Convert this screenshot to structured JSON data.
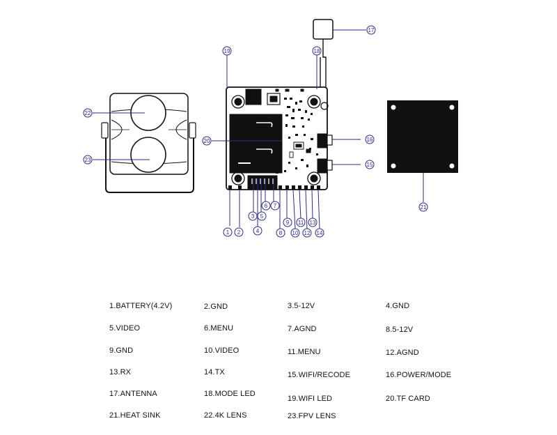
{
  "callouts": {
    "c1": "1",
    "c2": "2",
    "c3": "3",
    "c4": "4",
    "c5": "5",
    "c6": "6",
    "c7": "7",
    "c8": "8",
    "c9": "9",
    "c10": "10",
    "c11": "11",
    "c12": "12",
    "c13": "13",
    "c14": "14",
    "c15": "15",
    "c16": "16",
    "c17": "17",
    "c18": "18",
    "c19": "19",
    "c20": "20",
    "c21": "21",
    "c22": "22",
    "c23": "23"
  },
  "legend": {
    "l1": "1.BATTERY(4.2V)",
    "l2": "2.GND",
    "l3": "3.5-12V",
    "l4": "4.GND",
    "l5": "5.VIDEO",
    "l6": "6.MENU",
    "l7": "7.AGND",
    "l8": "8.5-12V",
    "l9": "9.GND",
    "l10": "10.VIDEO",
    "l11": "11.MENU",
    "l12": "12.AGND",
    "l13": "13.RX",
    "l14": "14.TX",
    "l15": "15.WIFI/RECODE",
    "l16": "16.POWER/MODE",
    "l17": "17.ANTENNA",
    "l18": "18.MODE LED",
    "l19": "19.WIFI LED",
    "l20": "20.TF CARD",
    "l21": "21.HEAT SINK",
    "l22": "22.4K LENS",
    "l23": "23.FPV LENS"
  },
  "colors": {
    "line": "#111111",
    "callout": "#2a2a8a",
    "board_fill": "#ffffff",
    "heatsink_fill": "#111111"
  }
}
